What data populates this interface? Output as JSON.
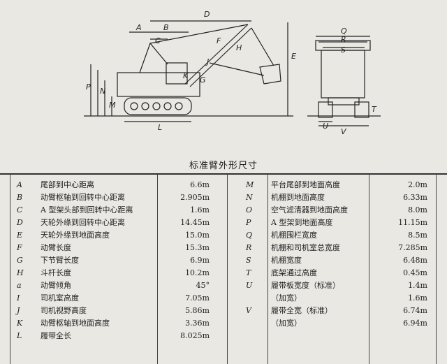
{
  "drawing": {
    "dimension_letters_side": [
      "A",
      "B",
      "C",
      "D",
      "E",
      "F",
      "G",
      "H",
      "J",
      "K",
      "L",
      "M",
      "N",
      "P"
    ],
    "dimension_letters_end": [
      "Q",
      "R",
      "S",
      "T",
      "U",
      "V"
    ]
  },
  "caption": "标准臂外形尺寸",
  "table": {
    "left": [
      {
        "sym": "A",
        "desc": "尾部到中心距离",
        "val": "6.6m"
      },
      {
        "sym": "B",
        "desc": "动臂枢轴到回转中心距离",
        "val": "2.905m"
      },
      {
        "sym": "C",
        "desc": "A 型架头部到回转中心距离",
        "val": "1.6m"
      },
      {
        "sym": "D",
        "desc": "天轮外缘到回转中心距离",
        "val": "14.45m"
      },
      {
        "sym": "E",
        "desc": "天轮外缘到地面高度",
        "val": "15.0m"
      },
      {
        "sym": "F",
        "desc": "动臂长度",
        "val": "15.3m"
      },
      {
        "sym": "G",
        "desc": "下节臂长度",
        "val": "6.9m"
      },
      {
        "sym": "H",
        "desc": "斗杆长度",
        "val": "10.2m"
      },
      {
        "sym": "a",
        "desc": "动臂倾角",
        "val": "45°"
      },
      {
        "sym": "I",
        "desc": "司机室高度",
        "val": "7.05m"
      },
      {
        "sym": "J",
        "desc": "司机视野高度",
        "val": "5.86m"
      },
      {
        "sym": "K",
        "desc": "动臂枢轴到地面高度",
        "val": "3.36m"
      },
      {
        "sym": "L",
        "desc": "履带全长",
        "val": "8.025m"
      }
    ],
    "right": [
      {
        "sym": "M",
        "desc": "平台尾部到地面高度",
        "val": "2.0m"
      },
      {
        "sym": "N",
        "desc": "机棚到地面高度",
        "val": "6.33m"
      },
      {
        "sym": "O",
        "desc": "空气滤清器到地面高度",
        "val": "8.0m"
      },
      {
        "sym": "P",
        "desc": "A 型架到地面高度",
        "val": "11.15m"
      },
      {
        "sym": "Q",
        "desc": "机棚围栏宽度",
        "val": "8.5m"
      },
      {
        "sym": "R",
        "desc": "机棚和司机室总宽度",
        "val": "7.285m"
      },
      {
        "sym": "S",
        "desc": "机棚宽度",
        "val": "6.48m"
      },
      {
        "sym": "T",
        "desc": "底架通过高度",
        "val": "0.45m"
      },
      {
        "sym": "U",
        "desc": "履带板宽度（标准）",
        "val": "1.4m"
      },
      {
        "sym": "",
        "desc": "（加宽）",
        "val": "1.6m"
      },
      {
        "sym": "V",
        "desc": "履带全宽（标准）",
        "val": "6.74m"
      },
      {
        "sym": "",
        "desc": "（加宽）",
        "val": "6.94m"
      }
    ]
  }
}
